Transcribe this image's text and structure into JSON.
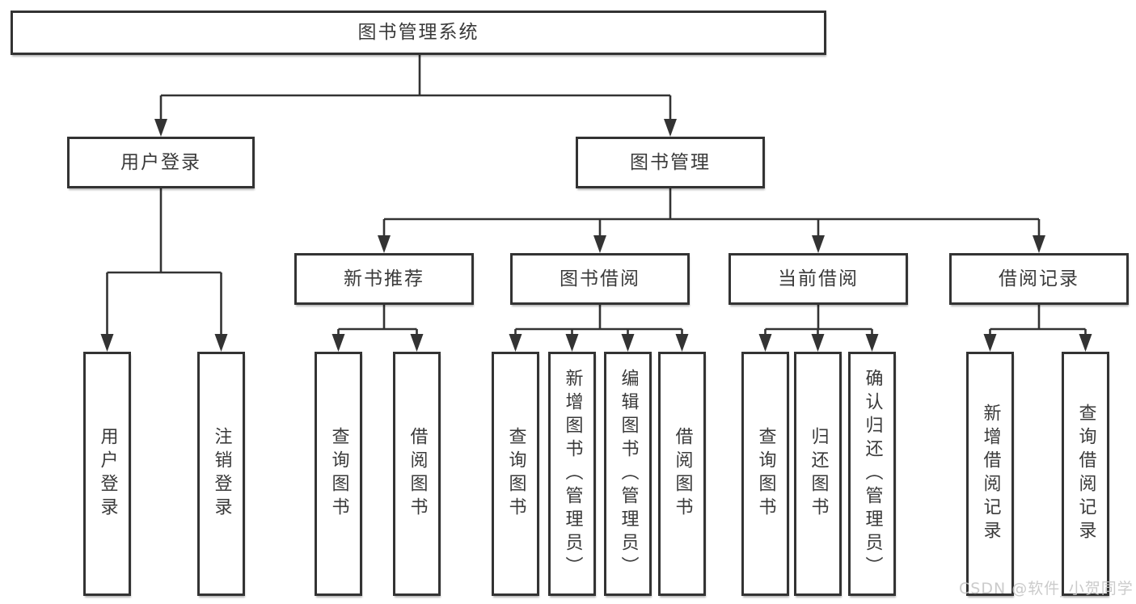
{
  "tree": {
    "root": {
      "label": "图书管理系统"
    },
    "branches": [
      {
        "label": "用户登录",
        "children": [
          {
            "label": "用户登录"
          },
          {
            "label": "注销登录"
          }
        ]
      },
      {
        "label": "图书管理",
        "children": [
          {
            "label": "新书推荐",
            "children": [
              {
                "label": "查询图书"
              },
              {
                "label": "借阅图书"
              }
            ]
          },
          {
            "label": "图书借阅",
            "children": [
              {
                "label": "查询图书"
              },
              {
                "label": "新增图书（管理员）"
              },
              {
                "label": "编辑图书（管理员）"
              },
              {
                "label": "借阅图书"
              }
            ]
          },
          {
            "label": "当前借阅",
            "children": [
              {
                "label": "查询图书"
              },
              {
                "label": "归还图书"
              },
              {
                "label": "确认归还（管理员）"
              }
            ]
          },
          {
            "label": "借阅记录",
            "children": [
              {
                "label": "新增借阅记录"
              },
              {
                "label": "查询借阅记录"
              }
            ]
          }
        ]
      }
    ]
  },
  "watermark": {
    "text": "CSDN @软件_小贺同学"
  },
  "colors": {
    "line": "#333333",
    "text": "#3a3a3a",
    "bg": "#ffffff",
    "watermark": "#c6c6c6"
  }
}
